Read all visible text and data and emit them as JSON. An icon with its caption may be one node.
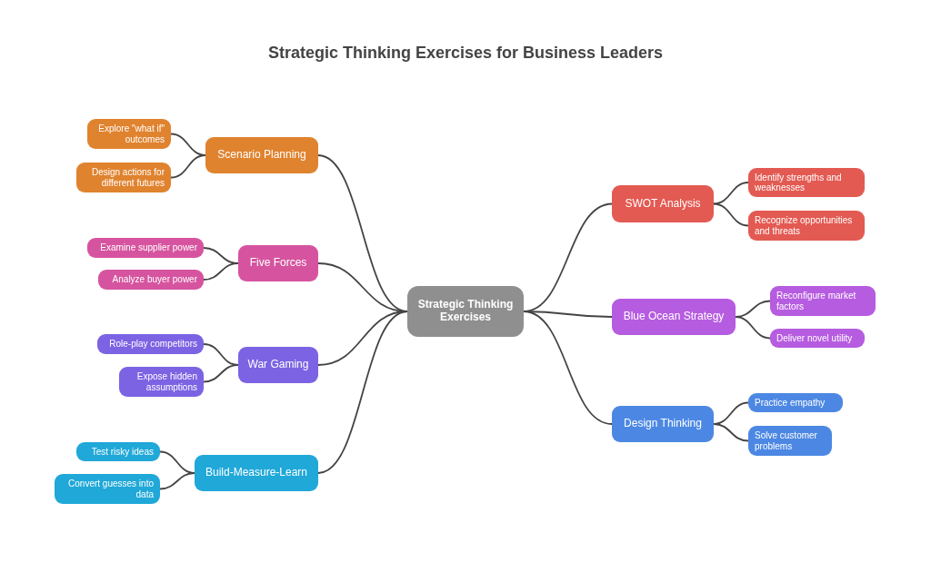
{
  "diagram": {
    "title": "Strategic Thinking Exercises for Business Leaders",
    "nodes": [
      {
        "text": [
          "Strategic Thinking Exercises"
        ]
      },
      {
        "text": [
          "Scenario Planning"
        ]
      },
      {
        "text": [
          "Explore \"what if\" outcomes"
        ]
      },
      {
        "text": [
          "Design actions for different futures"
        ]
      },
      {
        "text": [
          "Five Forces"
        ]
      },
      {
        "text": [
          "Examine supplier power"
        ]
      },
      {
        "text": [
          "Analyze buyer power"
        ]
      },
      {
        "text": [
          "War Gaming"
        ]
      },
      {
        "text": [
          "Role-play competitors"
        ]
      },
      {
        "text": [
          "Expose hidden assumptions"
        ]
      },
      {
        "text": [
          "Build-Measure-Learn"
        ]
      },
      {
        "text": [
          "Test risky ideas"
        ]
      },
      {
        "text": [
          "Convert guesses into data"
        ]
      },
      {
        "text": [
          "SWOT Analysis"
        ]
      },
      {
        "text": [
          "Identify strengths and weaknesses"
        ]
      },
      {
        "text": [
          "Recognize opportunities and threats"
        ]
      },
      {
        "text": [
          "Blue Ocean Strategy"
        ]
      },
      {
        "text": [
          "Reconfigure market factors"
        ]
      },
      {
        "text": [
          "Deliver novel utility"
        ]
      },
      {
        "text": [
          "Design Thinking"
        ]
      },
      {
        "text": [
          "Practice empathy"
        ]
      },
      {
        "text": [
          "Solve customer problems"
        ]
      }
    ],
    "edges": [
      {
        "from": 0,
        "to": 1,
        "arrow": "none"
      },
      {
        "from": 1,
        "to": 2,
        "arrow": "none"
      },
      {
        "from": 1,
        "to": 3,
        "arrow": "none"
      },
      {
        "from": 0,
        "to": 4,
        "arrow": "none"
      },
      {
        "from": 4,
        "to": 5,
        "arrow": "none"
      },
      {
        "from": 4,
        "to": 6,
        "arrow": "none"
      },
      {
        "from": 0,
        "to": 7,
        "arrow": "none"
      },
      {
        "from": 7,
        "to": 8,
        "arrow": "none"
      },
      {
        "from": 7,
        "to": 9,
        "arrow": "none"
      },
      {
        "from": 0,
        "to": 10,
        "arrow": "none"
      },
      {
        "from": 10,
        "to": 11,
        "arrow": "none"
      },
      {
        "from": 10,
        "to": 12,
        "arrow": "none"
      },
      {
        "from": 0,
        "to": 13,
        "arrow": "none"
      },
      {
        "from": 13,
        "to": 14,
        "arrow": "none"
      },
      {
        "from": 13,
        "to": 15,
        "arrow": "none"
      },
      {
        "from": 0,
        "to": 16,
        "arrow": "none"
      },
      {
        "from": 16,
        "to": 17,
        "arrow": "none"
      },
      {
        "from": 16,
        "to": 18,
        "arrow": "none"
      },
      {
        "from": 0,
        "to": 19,
        "arrow": "none"
      },
      {
        "from": 19,
        "to": 20,
        "arrow": "none"
      },
      {
        "from": 19,
        "to": 21,
        "arrow": "none"
      }
    ]
  }
}
